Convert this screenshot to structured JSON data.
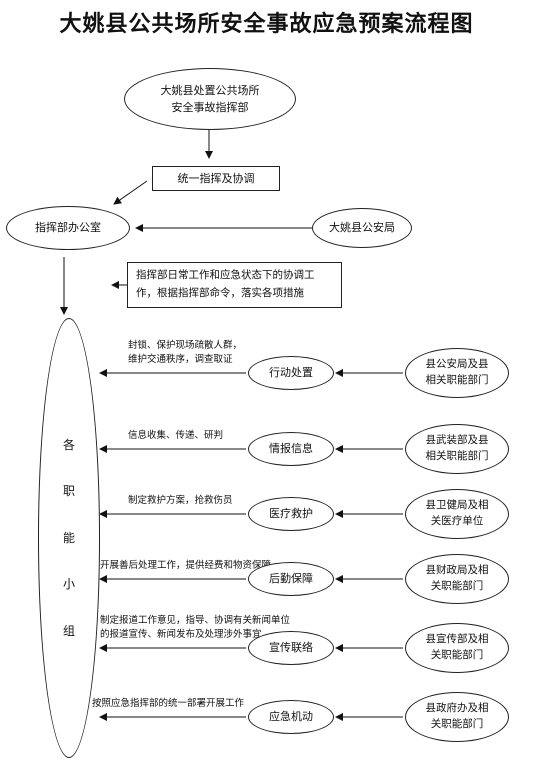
{
  "title": "大姚县公共场所安全事故应急预案流程图",
  "hq": {
    "line1": "大姚县处置公共场所",
    "line2": "安全事故指挥部"
  },
  "unified_command": "统一指挥及协调",
  "command_office": "指挥部办公室",
  "county_police": "大姚县公安局",
  "office_duty": {
    "line1": "指挥部日常工作和应急状态下的协调工",
    "line2": "作，根据指挥部命令，落实各项措施"
  },
  "groups": {
    "chars": [
      "各",
      "职",
      "能",
      "小",
      "组"
    ]
  },
  "rows": [
    {
      "task_lines": [
        "封锁、保护现场疏散人群，",
        "维护交通秩序，调查取证"
      ],
      "function": "行动处置",
      "dept_lines": [
        "县公安局及县",
        "相关职能部门"
      ]
    },
    {
      "task_lines": [
        "信息收集、传递、研判"
      ],
      "function": "情报信息",
      "dept_lines": [
        "县武装部及县",
        "相关职能部门"
      ]
    },
    {
      "task_lines": [
        "制定救护方案，抢救伤员"
      ],
      "function": "医疗救护",
      "dept_lines": [
        "县卫健局及相",
        "关医疗单位"
      ]
    },
    {
      "task_lines": [
        "开展善后处理工作，提供经费和物资保障"
      ],
      "function": "后勤保障",
      "dept_lines": [
        "县财政局及相",
        "关职能部门"
      ]
    },
    {
      "task_lines": [
        "制定报道工作意见，指导、协调有关新闻单位",
        "的报道宣传、新闻发布及处理涉外事宜"
      ],
      "function": "宣传联络",
      "dept_lines": [
        "县宣传部及相",
        "关职能部门"
      ]
    },
    {
      "task_lines": [
        "按照应急指挥部的统一部署开展工作"
      ],
      "function": "应急机动",
      "dept_lines": [
        "县政府办及相",
        "关职能部门"
      ]
    }
  ]
}
